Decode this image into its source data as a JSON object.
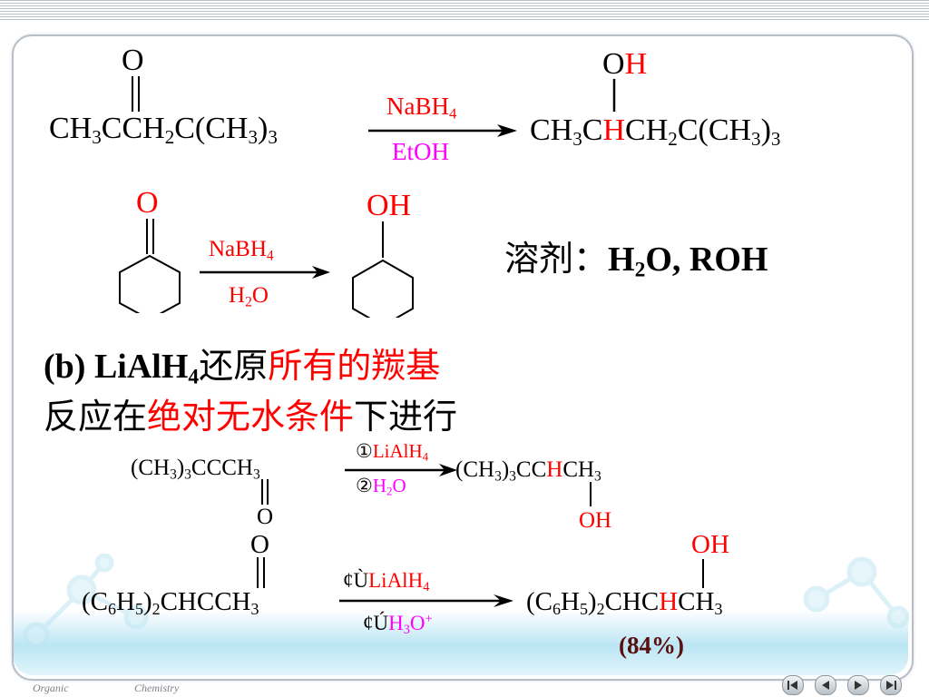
{
  "slide": {
    "rxn1": {
      "reactant_o": "O",
      "reactant": [
        "CH",
        "3",
        "CCH",
        "2",
        "C(CH",
        "3",
        ")",
        "3"
      ],
      "reagent_top": [
        "NaBH",
        "4"
      ],
      "reagent_bottom": "EtOH",
      "product_o": "O",
      "product_h": "H",
      "product": [
        "CH",
        "3",
        "C",
        "H",
        "CH",
        "2",
        "C(CH",
        "3",
        ")",
        "3"
      ]
    },
    "rxn2": {
      "reactant_o": "O",
      "reagent_top": [
        "NaBH",
        "4"
      ],
      "reagent_bottom": [
        "H",
        "2",
        "O"
      ],
      "product_oh": "OH",
      "solvent_label": "溶剂：",
      "solvent_value": [
        "H",
        "2",
        "O, ROH"
      ]
    },
    "line_b": {
      "prefix": "(b) LiAlH",
      "sub": "4",
      "text_black": "还原",
      "text_red": "所有的羰基"
    },
    "line_c": {
      "pre": "反应在",
      "red": "绝对无水条件",
      "post": "下进行"
    },
    "rxn3": {
      "reactant": [
        "(CH",
        "3",
        ")",
        "3",
        "CCCH",
        "3"
      ],
      "reactant_o": "O",
      "reagent_top": [
        "①",
        "LiAlH",
        "4"
      ],
      "reagent_bottom": [
        "②",
        "H",
        "2",
        "O"
      ],
      "product": [
        "(CH",
        "3",
        ")",
        "3",
        "CC",
        "H",
        "CH",
        "3"
      ],
      "product_oh": "OH"
    },
    "rxn4": {
      "reactant_o": "O",
      "reactant": [
        "(C",
        "6",
        "H",
        "5",
        ")",
        "2",
        "CHCCH",
        "3"
      ],
      "reagent_top": [
        "¢Ù",
        "LiAlH",
        "4"
      ],
      "reagent_bottom": [
        "¢Ú",
        "H",
        "3",
        "O",
        "+"
      ],
      "product_oh": "OH",
      "product": [
        "(C",
        "6",
        "H",
        "5",
        ")",
        "2",
        "CHC",
        "H",
        "CH",
        "3"
      ],
      "yield": "(84%)"
    },
    "footer": {
      "left": "Organic",
      "right": "Chemistry"
    },
    "nav": [
      "first",
      "previous",
      "next",
      "last"
    ],
    "colors": {
      "red": "#ff0000",
      "dark_red": "#c00000",
      "magenta": "#ff00ff",
      "frame": "#b7bec6",
      "band": "#afe1f2"
    }
  }
}
